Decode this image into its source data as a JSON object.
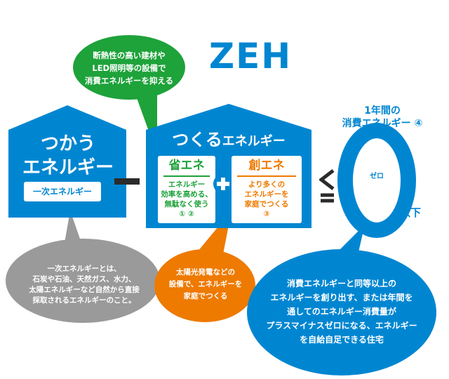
{
  "title": "ZEH",
  "callout_green": {
    "lines": [
      "断熱性の高い建材や",
      "LED照明等の設備で",
      "消費エネルギーを抑える"
    ]
  },
  "house_tsukau": {
    "title_lines": [
      "つかう",
      "エネルギー"
    ],
    "tag": "一次エネルギー"
  },
  "house_tsukuru": {
    "title_main": "つくる",
    "title_small": "エネルギー"
  },
  "card_shoene": {
    "heading": "省エネ",
    "lines": [
      "エネルギー",
      "効率を高める、",
      "無駄なく使う",
      "① ②"
    ]
  },
  "card_soene": {
    "heading": "創エネ",
    "lines": [
      "より多くの",
      "エネルギーを",
      "家庭でつくる",
      "③"
    ]
  },
  "annual": {
    "lines": [
      "1年間の",
      "消費エネルギー ④"
    ]
  },
  "zero": {
    "label": "ゼロ",
    "suffix": "以下"
  },
  "callout_gray": {
    "lines": [
      "一次エネルギーとは、",
      "石炭や石油、天然ガス、水力、",
      "太陽エネルギーなど自然から直接",
      "採取されるエネルギーのこと。"
    ]
  },
  "callout_orange": {
    "lines": [
      "太陽光発電などの",
      "設備で、エネルギーを",
      "家庭でつくる"
    ]
  },
  "callout_blue": {
    "lines": [
      "消費エネルギーと同等以上の",
      "エネルギーを創り出す、または年間を",
      "通してのエネルギー消費量が",
      "プラスマイナスゼロになる、エネルギー",
      "を自給自足できる住宅"
    ]
  },
  "colors": {
    "blue": "#0086d1",
    "green": "#1ea23a",
    "orange": "#ee7a00",
    "gray": "#9a9a9a"
  }
}
